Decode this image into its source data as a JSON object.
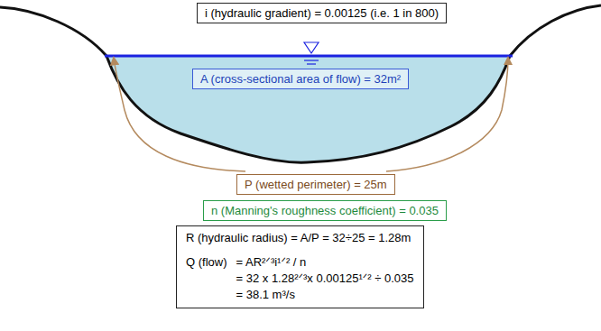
{
  "diagram": {
    "nodes": [
      {
        "text": [
          "i (hydraulic gradient) = 0.00125 (i.e. 1 in 800)"
        ]
      },
      {
        "text": [
          "A (cross-sectional area of flow) = 32m²"
        ]
      },
      {
        "text": [
          "P (wetted perimeter) = 25m"
        ]
      },
      {
        "text": [
          "n (Manning's roughness coefficient) = 0.035"
        ]
      },
      {
        "text": [
          "R (hydraulic radius) = A/P = 32÷25 = 1.28m",
          "Q (flow)",
          "= AR²ᐟ³i¹ᐟ² / n",
          "= 32 x 1.28²ᐟ³x 0.00125¹ᐟ² ÷ 0.035",
          "= 38.1 m³/s"
        ]
      }
    ]
  }
}
